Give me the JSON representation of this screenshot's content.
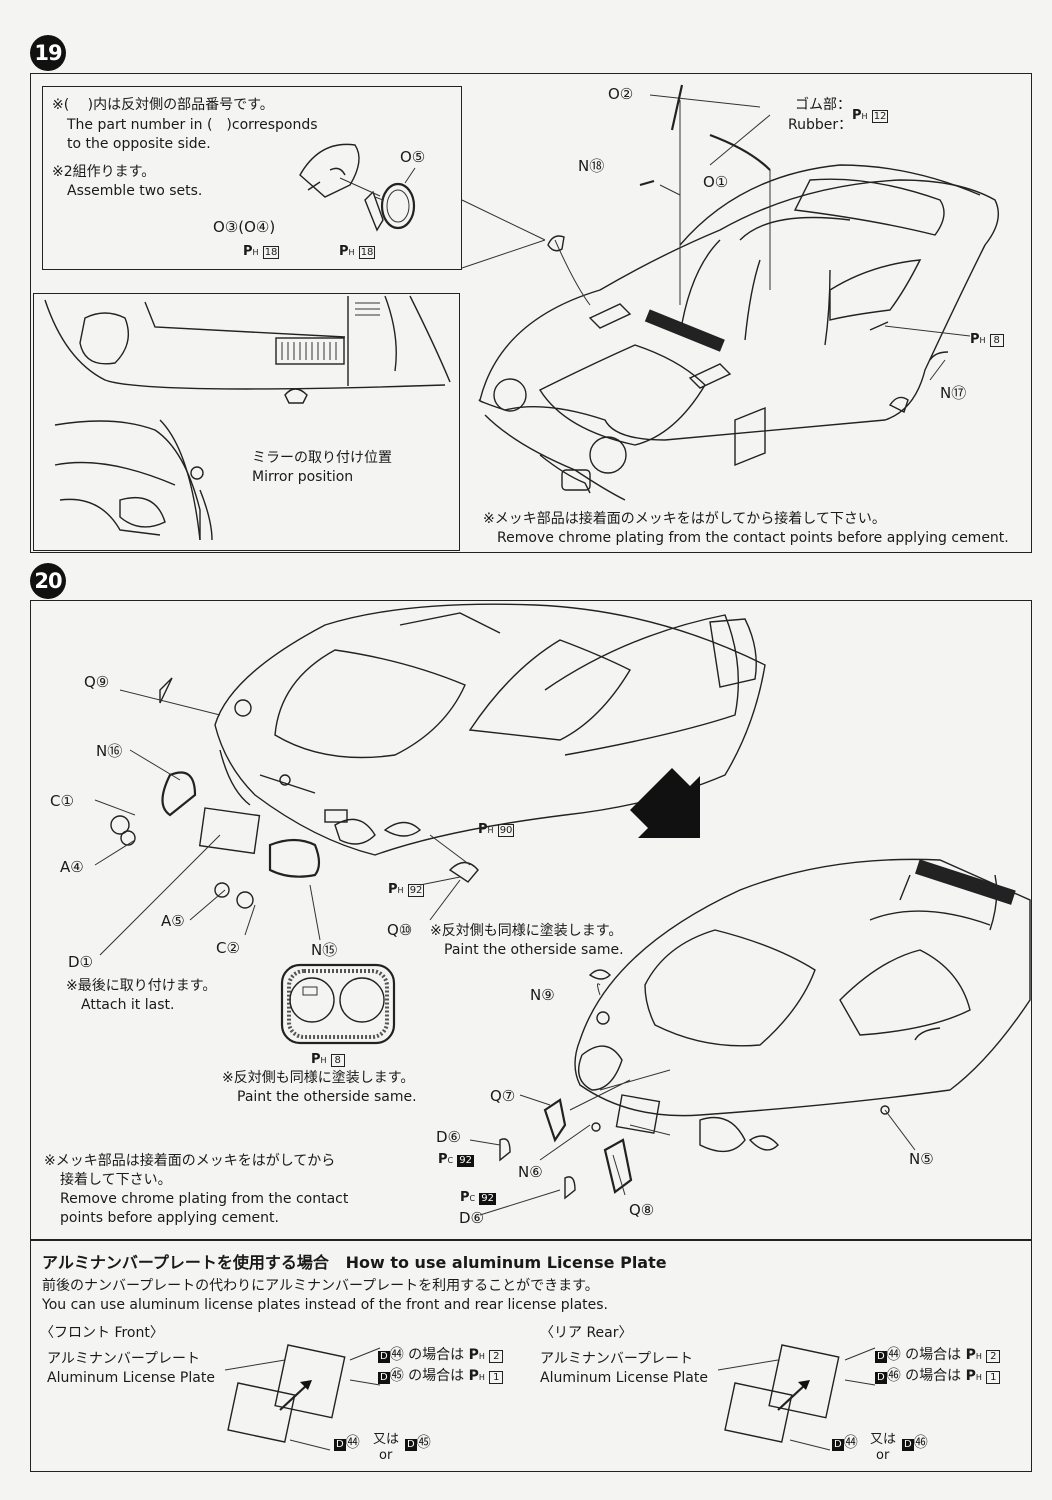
{
  "step19": {
    "number": "19",
    "note_box": {
      "note1_jp": "※(　 )内は反対側の部品番号です。",
      "note1_en_1": "The part number in (　)corresponds",
      "note1_en_2": "to the opposite side.",
      "note2_jp": "※2組作ります。",
      "note2_en": "Assemble two sets.",
      "part_o5": "O⑤",
      "part_o3_o4": "O③(O④)",
      "paint_left": "18",
      "paint_right": "18"
    },
    "mirror_position_jp": "ミラーの取り付け位置",
    "mirror_position_en": "Mirror position",
    "part_o2": "O②",
    "rubber_jp": "ゴム部：",
    "rubber_en": "Rubber：",
    "rubber_paint": "12",
    "part_n18": "N⑱",
    "part_o1": "O①",
    "paint_ph8": "8",
    "part_n17": "N⑰",
    "chrome_note_jp": "※メッキ部品は接着面のメッキをはがしてから接着して下さい。",
    "chrome_note_en": "Remove chrome plating from the contact points before applying cement."
  },
  "step20": {
    "number": "20",
    "part_q9": "Q⑨",
    "part_n16": "N⑯",
    "part_c1": "C①",
    "part_a4": "A④",
    "part_a5": "A⑤",
    "part_c2": "C②",
    "part_n15": "N⑮",
    "part_d1": "D①",
    "attach_last_jp": "※最後に取り付けます。",
    "attach_last_en": "Attach it last.",
    "paint_ph90": "90",
    "paint_ph92": "92",
    "part_q10": "Q⑩",
    "paint_other_jp_1": "※反対側も同様に塗装します。",
    "paint_other_en_1": "Paint the otherside same.",
    "paint_ph8": "8",
    "paint_other_jp_2": "※反対側も同様に塗装します。",
    "paint_other_en_2": "Paint the otherside same.",
    "part_n9": "N⑨",
    "part_q7": "Q⑦",
    "part_d6a": "D⑥",
    "paint_pc92a": "92",
    "part_n6": "N⑥",
    "paint_pc92b": "92",
    "part_d6b": "D⑥",
    "part_q8": "Q⑧",
    "part_n5": "N⑤",
    "chrome_jp_1": "※メッキ部品は接着面のメッキをはがしてから",
    "chrome_jp_2": "接着して下さい。",
    "chrome_en_1": "Remove chrome plating from the contact",
    "chrome_en_2": "points before applying cement."
  },
  "license": {
    "title_jp": "アルミナンバープレートを使用する場合",
    "title_en": "How to use aluminum License Plate",
    "desc_jp": "前後のナンバープレートの代わりにアルミナンバープレートを利用することができます。",
    "desc_en": "You can use aluminum license plates instead of the front and rear license plates.",
    "front_heading": "〈フロント Front〉",
    "rear_heading": "〈リア Rear〉",
    "plate_jp": "アルミナンバープレート",
    "plate_en": "Aluminum License Plate",
    "front_case1": "㊹ の場合は",
    "front_case1_paint": "2",
    "front_case2": "㊺ の場合は",
    "front_case2_paint": "1",
    "front_or_jp": "又は",
    "front_or_en": "or",
    "front_part_a": "㊹",
    "front_part_b": "㊺",
    "rear_case1": "㊹ の場合は",
    "rear_case1_paint": "2",
    "rear_case2": "㊻ の場合は",
    "rear_case2_paint": "1",
    "rear_or_jp": "又は",
    "rear_or_en": "or",
    "rear_part_a": "㊹",
    "rear_part_b": "㊻"
  },
  "icons": {
    "arrow": "big-down-right-arrow-icon",
    "car": "car-line-drawing"
  }
}
